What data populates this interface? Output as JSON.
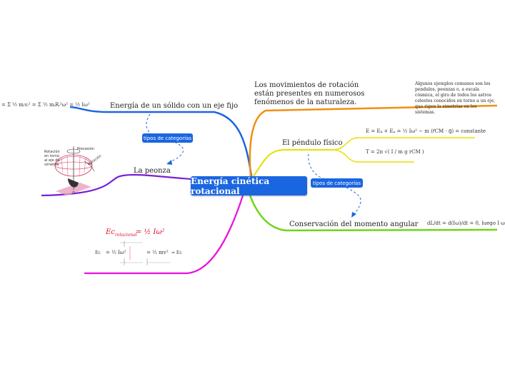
{
  "central": {
    "title": "Energía cinética rotacional"
  },
  "branches": {
    "solid": {
      "label": "Energía de un sólido con un eje fijo",
      "color": "#1a66e0"
    },
    "spin_top": {
      "label": "La peonza",
      "color": "#7a1fd6"
    },
    "movements": {
      "label": "Los movimientos de rotación están presentes en numerosos fenómenos de la naturaleza.",
      "color": "#f0900f",
      "note": "Algunos ejemplos comunes son los pendulos, peonzas o, a escala cósmica, el giro de todos los astros celestes conocidos en torno a un eje, que rigen la simetrías en los sistemas."
    },
    "pendulum": {
      "label": "El péndulo físico",
      "color": "#e7e000"
    },
    "momentum": {
      "label": "Conservación del momento angular",
      "color": "#6ed619"
    },
    "formula_branch": {
      "color": "#e913dc"
    }
  },
  "tags": {
    "solid_tag": "tipos de categorías",
    "pendulum_tag": "tipos de categorías"
  },
  "formulas": {
    "solid": "= Σ ½ mᵢvᵢ² = Σ ½ mᵢRᵢ²ω² = ½ Iω²",
    "pendulum_energy": "E = Eₖ + Eₚ = ½ Iω² − m (r⃗CM · g⃗) = constante",
    "pendulum_period": "T = 2π √( I / m g rCM )",
    "momentum": "dL/dt = d(Iω)/dt = 0,  luego  I ω",
    "rot_main": "Ec",
    "rot_main_sub": "rotacional",
    "rot_main_rhs": "= ½ Iω²"
  },
  "spin_top_figure": {
    "precesion": "Precesión",
    "rotacion": "Rotación en torno al eje de simetría",
    "nutacion": "Nutación",
    "point": "O"
  }
}
